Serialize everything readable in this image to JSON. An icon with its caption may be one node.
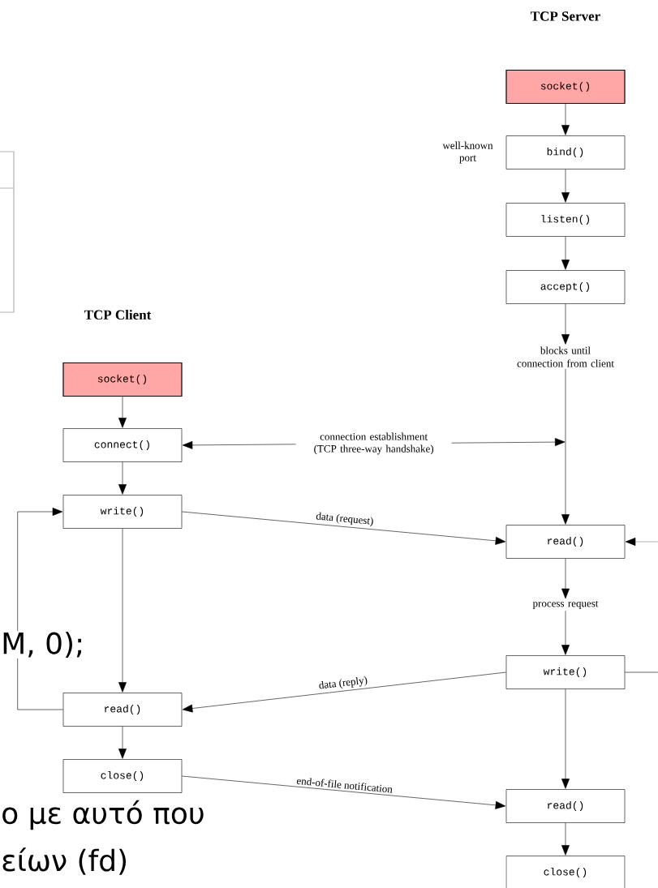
{
  "diagram": {
    "nodes": [
      {
        "text": [
          "socket()"
        ]
      },
      {
        "text": [
          "bind()"
        ],
        "beside": [
          "well-known port"
        ]
      },
      {
        "text": [
          "listen()"
        ]
      },
      {
        "text": [
          "accept()"
        ]
      },
      {
        "text": [
          "blocks until connection from client"
        ]
      },
      {
        "text": [
          "read()"
        ]
      },
      {
        "text": [
          "process request"
        ]
      },
      {
        "text": [
          "write()"
        ]
      },
      {
        "text": [
          "read()"
        ]
      },
      {
        "text": [
          "close()"
        ]
      },
      {
        "text": [
          "socket()"
        ]
      },
      {
        "text": [
          "connect()"
        ]
      },
      {
        "text": [
          "write()"
        ]
      },
      {
        "text": [
          "read()"
        ]
      },
      {
        "text": [
          "close()"
        ]
      }
    ],
    "edges": [
      {
        "from": 0,
        "to": 1,
        "arrow": "to"
      },
      {
        "from": 1,
        "to": 2,
        "arrow": "to"
      },
      {
        "from": 2,
        "to": 3,
        "arrow": "to"
      },
      {
        "from": 3,
        "to": 4,
        "arrow": "to"
      },
      {
        "from": 4,
        "to": 5,
        "arrow": "to"
      },
      {
        "from": 5,
        "to": 6,
        "arrow": "to"
      },
      {
        "from": 6,
        "to": 7,
        "arrow": "to"
      },
      {
        "from": 7,
        "to": 8,
        "arrow": "to"
      },
      {
        "from": 8,
        "to": 9,
        "arrow": "to"
      },
      {
        "from": 10,
        "to": 11,
        "arrow": "to"
      },
      {
        "from": 11,
        "to": 12,
        "arrow": "to"
      },
      {
        "from": 12,
        "to": 13,
        "arrow": "to"
      },
      {
        "from": 13,
        "to": 14,
        "arrow": "to"
      },
      {
        "from": 13,
        "to": 12,
        "arrow": "to"
      },
      {
        "from": 11,
        "to": null,
        "arrow": "both",
        "label": "connection establishment (TCP three-way handshake)"
      },
      {
        "from": 12,
        "to": 5,
        "arrow": "to",
        "label": "data (request)"
      },
      {
        "from": 7,
        "to": 13,
        "arrow": "to",
        "label": "data (reply)"
      },
      {
        "from": 14,
        "to": 8,
        "arrow": "to",
        "label": "end-of-file notification"
      },
      {
        "from": null,
        "to": 5,
        "arrow": "to"
      },
      {
        "from": 7,
        "to": null,
        "arrow": "none"
      }
    ],
    "labels": [
      "TCP Server",
      "TCP Client",
      "M, 0);",
      "ο με αυτό που",
      "είων (fd)"
    ]
  }
}
